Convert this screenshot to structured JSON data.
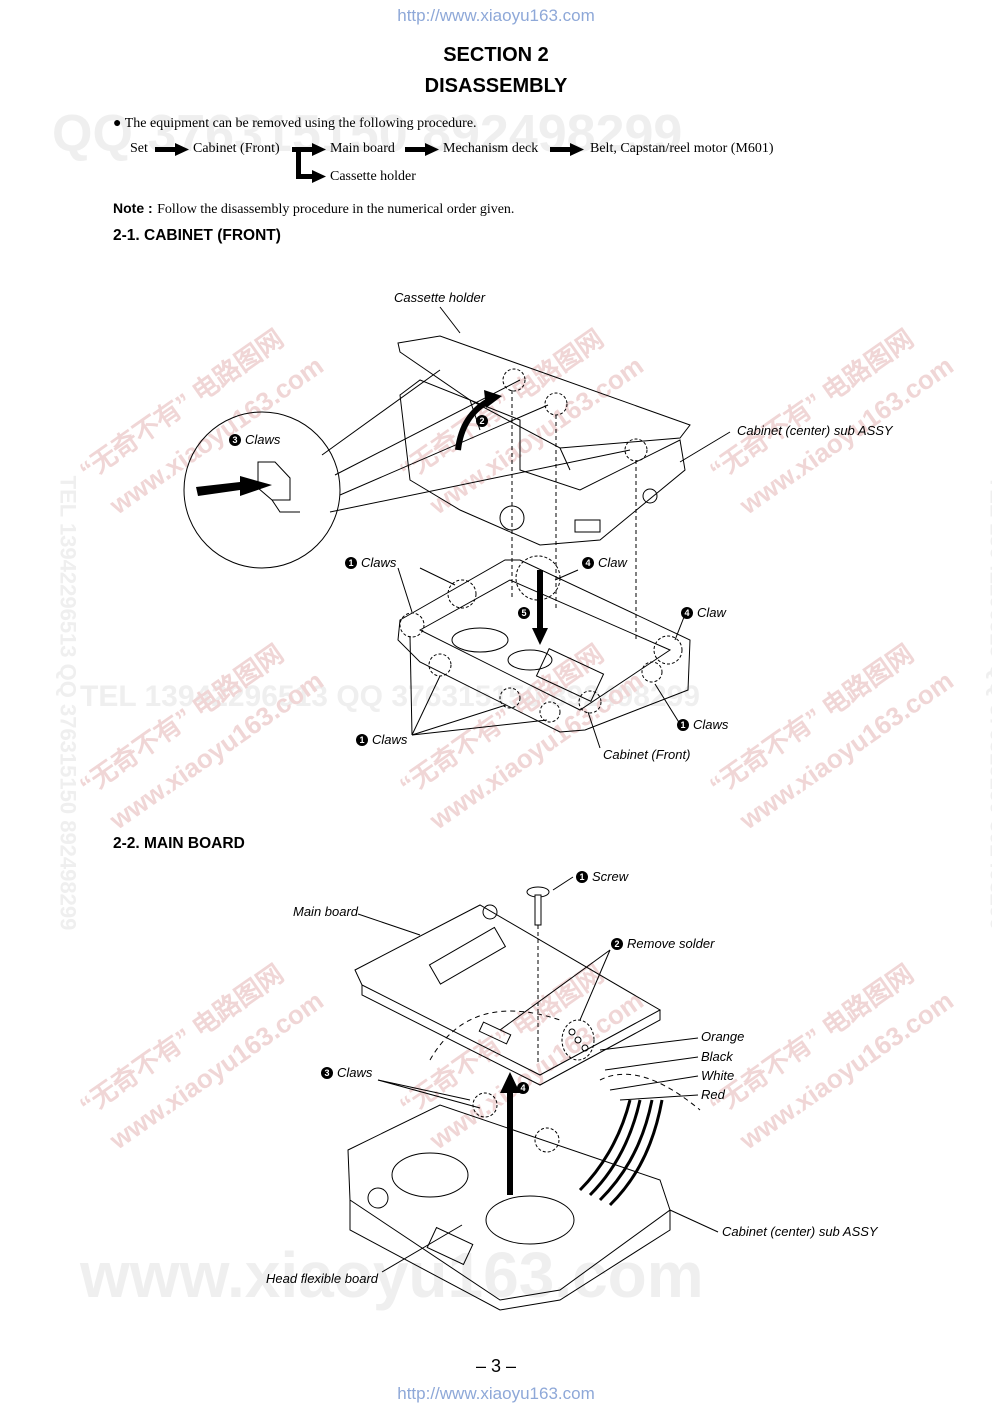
{
  "header_url": "http://www.xiaoyu163.com",
  "footer_url": "http://www.xiaoyu163.com",
  "section_title": "SECTION 2",
  "section_subtitle": "DISASSEMBLY",
  "intro": "The equipment can be removed using the following procedure.",
  "flow": {
    "set": "Set",
    "cabinet_front": "Cabinet (Front)",
    "main_board": "Main board",
    "mechanism_deck": "Mechanism deck",
    "belt_motor": "Belt, Capstan/reel motor (M601)",
    "cassette_holder": "Cassette holder"
  },
  "note_label": "Note :",
  "note_text": "Follow the disassembly procedure in the numerical order given.",
  "sec21": {
    "heading": "2-1. CABINET (FRONT)",
    "labels": {
      "cassette_holder": "Cassette holder",
      "claws3": "Claws",
      "cabinet_center": "Cabinet (center) sub ASSY",
      "claws1_a": "Claws",
      "claw4_a": "Claw",
      "claw4_b": "Claw",
      "claws1_b": "Claws",
      "claws1_c": "Claws",
      "cabinet_front": "Cabinet (Front)"
    },
    "steps": {
      "s1": "1",
      "s2": "2",
      "s3": "3",
      "s4": "4",
      "s5": "5"
    }
  },
  "sec22": {
    "heading": "2-2. MAIN BOARD",
    "labels": {
      "screw": "Screw",
      "main_board": "Main board",
      "remove_solder": "Remove solder",
      "orange": "Orange",
      "black": "Black",
      "white": "White",
      "red": "Red",
      "claws": "Claws",
      "cabinet_center": "Cabinet (center) sub ASSY",
      "head_flex": "Head flexible board"
    },
    "steps": {
      "s1": "1",
      "s2": "2",
      "s3": "3",
      "s4": "4"
    }
  },
  "page_number": "– 3 –",
  "watermarks": {
    "qq_top": "QQ 376315150   892498299",
    "tel_left": "TEL 13942296513",
    "tel_mid": "TEL 13942296513   QQ 376315150   892498299",
    "vertical": "TEL 13942296513 QQ 376315150 892498299",
    "site_cn": "“无奇不有” 电路图网",
    "site_url": "www.xiaoyu163.com",
    "bottom": "www.xiaoyu163.com"
  },
  "colors": {
    "url": "#8ea8d8",
    "watermark_red": "#f0d6d6",
    "watermark_gray": "#efefef"
  }
}
